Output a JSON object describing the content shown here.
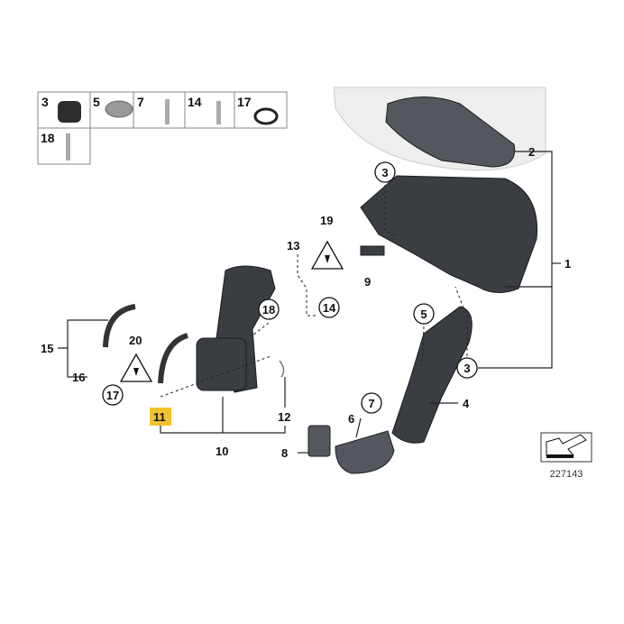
{
  "diagram": {
    "parts_table": [
      {
        "number": "3"
      },
      {
        "number": "5"
      },
      {
        "number": "7"
      },
      {
        "number": "14"
      },
      {
        "number": "17"
      },
      {
        "number": "18"
      }
    ],
    "callouts": {
      "c1": "1",
      "c2": "2",
      "c3a": "3",
      "c3b": "3",
      "c4": "4",
      "c5": "5",
      "c6": "6",
      "c7": "7",
      "c8": "8",
      "c9": "9",
      "c10": "10",
      "c11": "11",
      "c12": "12",
      "c13": "13",
      "c14": "14",
      "c15": "15",
      "c16": "16",
      "c17": "17",
      "c18": "18",
      "c19": "19",
      "c20": "20"
    },
    "highlight_color": "#f2c12e",
    "diagram_number": "227143"
  }
}
